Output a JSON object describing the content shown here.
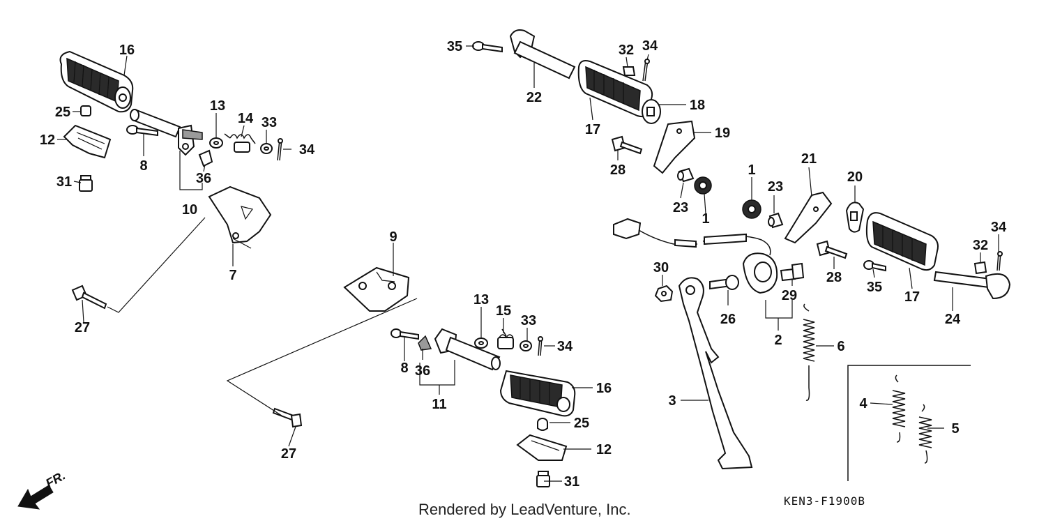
{
  "callouts": {
    "c16a": "16",
    "c25a": "25",
    "c12a": "12",
    "c31a": "31",
    "c8a": "8",
    "c13a": "13",
    "c14": "14",
    "c33a": "33",
    "c34a": "34",
    "c36a": "36",
    "c10": "10",
    "c7": "7",
    "c27a": "27",
    "c9": "9",
    "c13b": "13",
    "c15": "15",
    "c33b": "33",
    "c34b": "34",
    "c8b": "8",
    "c36b": "36",
    "c11": "11",
    "c16b": "16",
    "c25b": "25",
    "c12b": "12",
    "c31b": "31",
    "c27b": "27",
    "c35a": "35",
    "c22": "22",
    "c32a": "32",
    "c34c": "34",
    "c18": "18",
    "c17a": "17",
    "c19": "19",
    "c28a": "28",
    "c1a": "1",
    "c23a": "23",
    "c1b": "1",
    "c23b": "23",
    "c21": "21",
    "c20": "20",
    "c34d": "34",
    "c32b": "32",
    "c28b": "28",
    "c35b": "35",
    "c17b": "17",
    "c24": "24",
    "c30": "30",
    "c26": "26",
    "c29": "29",
    "c2": "2",
    "c6": "6",
    "c3": "3",
    "c4": "4",
    "c5": "5"
  },
  "footer": {
    "rendered_by": "Rendered by LeadVenture, Inc.",
    "diagram_code": "KEN3-F1900B"
  },
  "direction_label": "FR."
}
